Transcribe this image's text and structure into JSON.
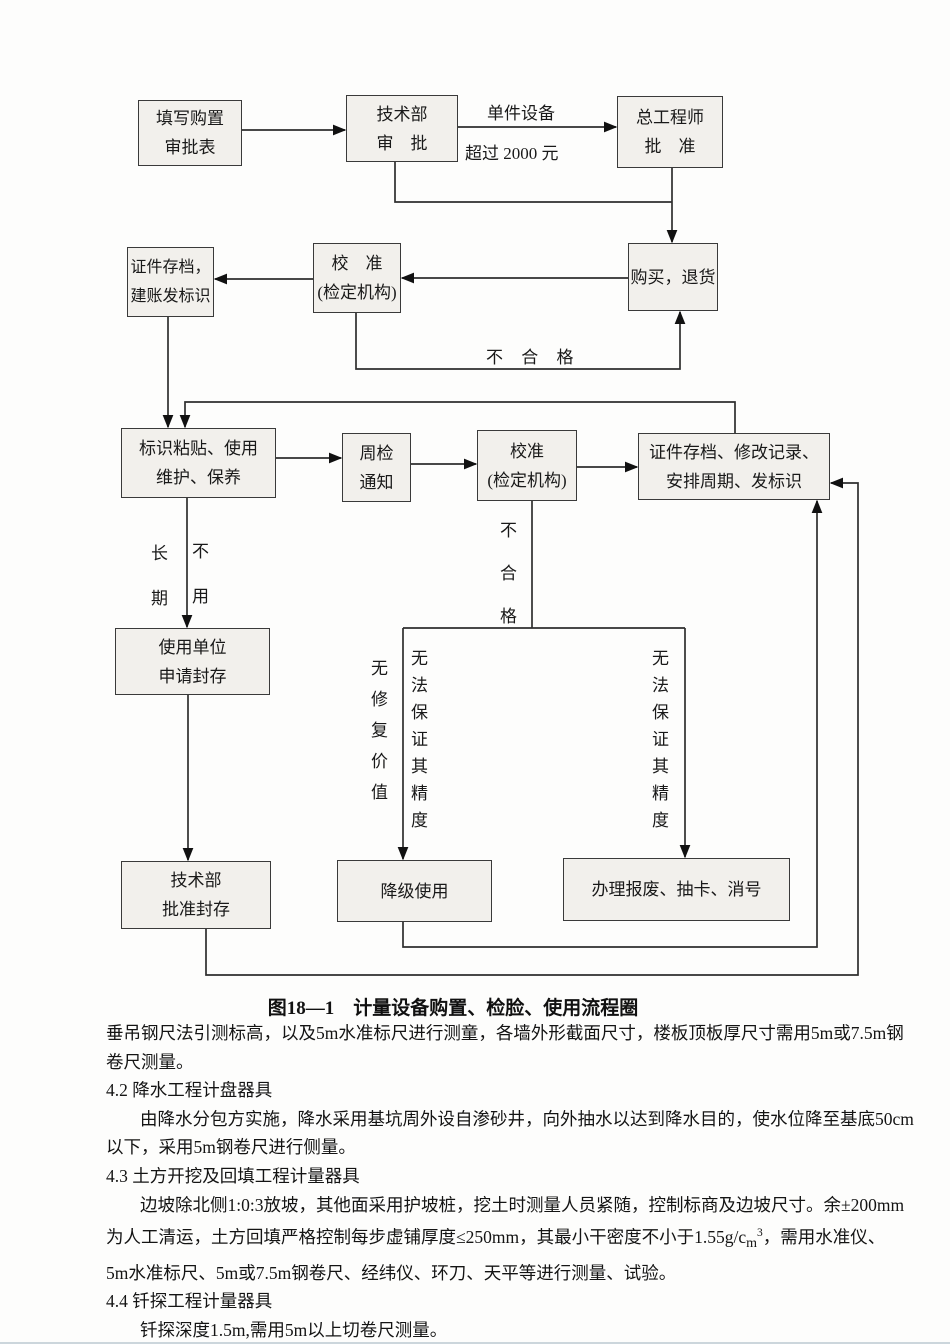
{
  "figure": {
    "caption": "图18—1　计量设备购置、检脸、使用流程圈",
    "boxes": {
      "fill_form": {
        "l1": "填写购置",
        "l2": "审批表"
      },
      "tech_dept": {
        "l1": "技术部",
        "l2": "审　批"
      },
      "chief_engineer": {
        "l1": "总工程师",
        "l2": "批　准"
      },
      "purchase": {
        "l1": "购买，退货"
      },
      "calibrate1": {
        "l1": "校　准",
        "l2": "(检定机构)"
      },
      "archive1": {
        "l1": "证件存档，",
        "l2": "建账发标识"
      },
      "label_paste": {
        "l1": "标识粘贴、使用",
        "l2": "维护、保养"
      },
      "weekly_notice": {
        "l1": "周检",
        "l2": "通知"
      },
      "calibrate2": {
        "l1": "校准",
        "l2": "(检定机构)"
      },
      "archive2": {
        "l1": "证件存档、修改记录、",
        "l2": "安排周期、发标识"
      },
      "apply_seal": {
        "l1": "使用单位",
        "l2": "申请封存"
      },
      "approve_seal": {
        "l1": "技术部",
        "l2": "批准封存"
      },
      "downgrade": {
        "l1": "降级使用"
      },
      "scrap": {
        "l1": "办理报废、抽卡、消号"
      }
    },
    "edge_labels": {
      "single_device": "单件设备",
      "over_2000": "超过 2000 元",
      "unqualified_h": "不 合 格",
      "long_term": "长期",
      "not_used": "不用",
      "unqualified_v": "不合格",
      "no_repair_value": "无修复价值",
      "cannot_assure_left": "无法保证其精度",
      "cannot_assure_right": "无法保证其精度"
    },
    "line_color": "#2e2e2e",
    "box_fill": "#f2f0ec"
  },
  "body": {
    "l1": "垂吊钢尺法引测标高，以及5m水准标尺进行测童，各墙外形截面尺寸，楼板顶板厚尺寸需用5m或7.5m钢",
    "l2": "卷尺测量。",
    "l3": "4.2 降水工程计盘器具",
    "l4": "由降水分包方实施，降水采用基坑周外设自渗砂井，向外抽水以达到降水目的，使水位降至基底50cm",
    "l5": "以下，采用5m钢卷尺进行侧量。",
    "l6": "4.3 土方开挖及回填工程计量器具",
    "l7": "边坡除北侧1:0:3放坡，其他面采用护坡桩，挖土时测量人员紧随，控制标商及边坡尺寸。余±200mm",
    "l8a": "为人工清运，土方回填严格控制每步虚铺厚度≤250mm，其最小干密度不小于1.55g/c",
    "l8sub": "m",
    "l8sup": "3",
    "l8b": "，需用水准仪、",
    "l9": "5m水准标尺、5m或7.5m钢卷尺、经纬仪、环刀、天平等进行测量、试验。",
    "l10": "4.4 钎探工程计量器具",
    "l11": "钎探深度1.5m,需用5m以上切卷尺测量。"
  }
}
